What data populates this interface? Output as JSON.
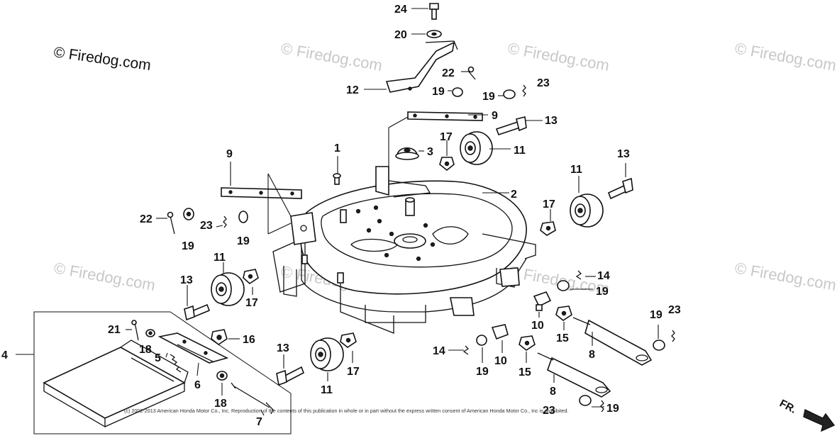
{
  "watermarks": {
    "main": "© Firedog.com",
    "repeat": "© Firedog.com"
  },
  "copyright": "(c) 2002-2013 American Honda Motor Co., Inc. Reproduction of the contents of this publication in whole or in part without the express written consent of American Honda Motor Co., Inc is prohibited.",
  "front_indicator": "FR.",
  "callouts": {
    "c1": "1",
    "c2": "2",
    "c3": "3",
    "c4": "4",
    "c5": "5",
    "c6": "6",
    "c7": "7",
    "c8a": "8",
    "c8b": "8",
    "c9a": "9",
    "c9b": "9",
    "c10a": "10",
    "c10b": "10",
    "c11a": "11",
    "c11b": "11",
    "c11c": "11",
    "c11d": "11",
    "c12": "12",
    "c13a": "13",
    "c13b": "13",
    "c13c": "13",
    "c13d": "13",
    "c14a": "14",
    "c14b": "14",
    "c15a": "15",
    "c15b": "15",
    "c16": "16",
    "c17a": "17",
    "c17b": "17",
    "c17c": "17",
    "c17d": "17",
    "c18a": "18",
    "c18b": "18",
    "c19a": "19",
    "c19b": "19",
    "c19c": "19",
    "c19d": "19",
    "c19e": "19",
    "c19f": "19",
    "c19g": "19",
    "c19h": "19",
    "c20": "20",
    "c21": "21",
    "c22a": "22",
    "c22b": "22",
    "c23a": "23",
    "c23b": "23",
    "c23c": "23",
    "c23d": "23",
    "c24": "24"
  }
}
